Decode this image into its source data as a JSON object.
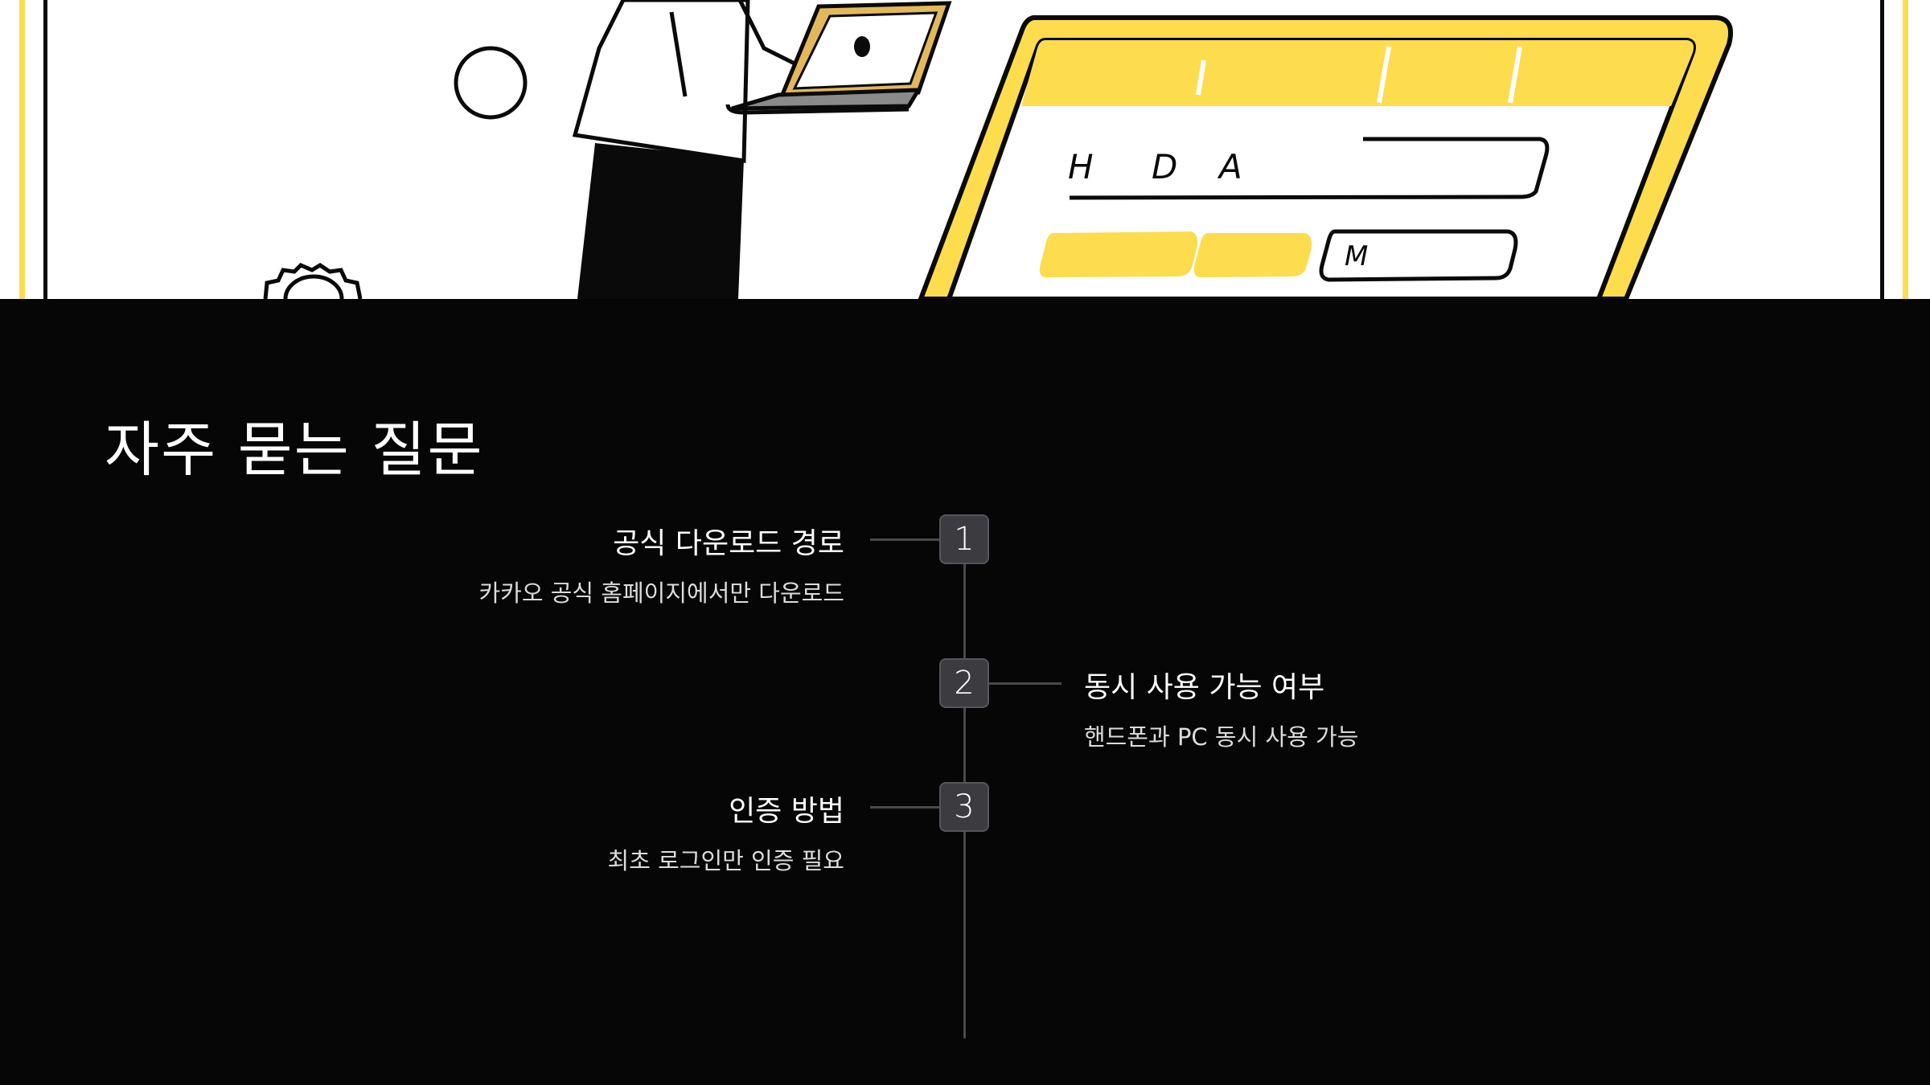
{
  "hero": {
    "form_letters": [
      "H",
      "D",
      "A"
    ],
    "field_letter": "M",
    "colors": {
      "yellow": "#FDDC4E",
      "ink": "#0a0a0a",
      "tan": "#E2B85A"
    }
  },
  "faq": {
    "title": "자주 묻는 질문",
    "items": [
      {
        "number": "1",
        "question": "공식 다운로드 경로",
        "answer": "카카오 공식 홈페이지에서만 다운로드",
        "side": "left"
      },
      {
        "number": "2",
        "question": "동시 사용 가능 여부",
        "answer": "핸드폰과 PC 동시 사용 가능",
        "side": "right"
      },
      {
        "number": "3",
        "question": "인증 방법",
        "answer": "최초 로그인만 인증 필요",
        "side": "left"
      }
    ]
  }
}
